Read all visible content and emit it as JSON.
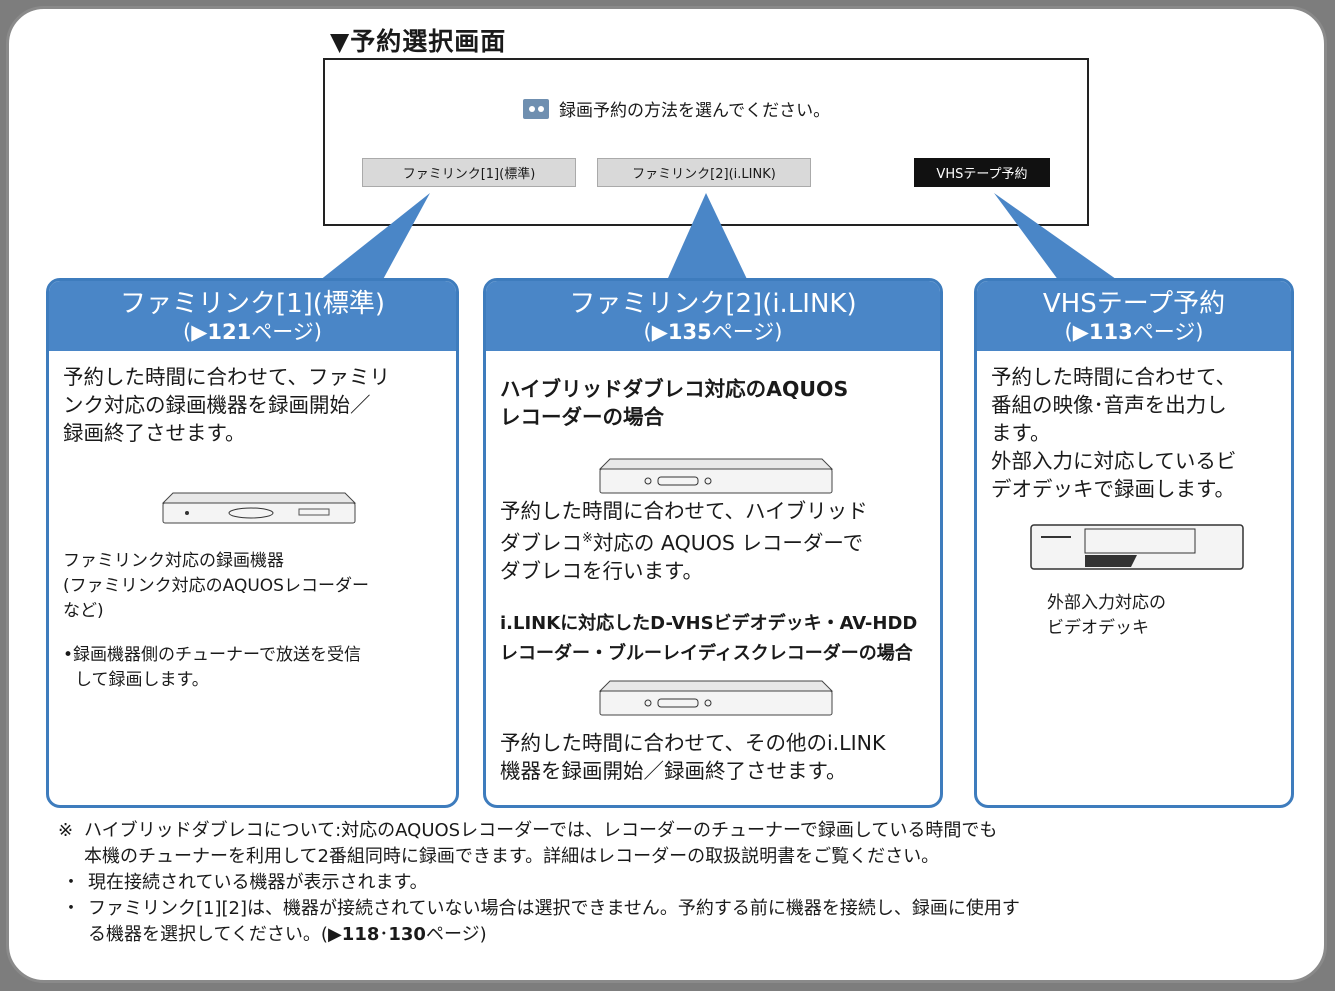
{
  "screen_title": "▼予約選択画面",
  "screen": {
    "prompt": "録画予約の方法を選んでください。",
    "options": [
      "ファミリンク[1](標準)",
      "ファミリンク[2](i.LINK)",
      "VHSテープ予約"
    ]
  },
  "cards": [
    {
      "title": "ファミリンク[1](標準)",
      "page_pre": "(▶",
      "page_num": "121",
      "page_post": "ページ)",
      "lines": [
        "予約した時間に合わせて、ファミリ",
        "ンク対応の録画機器を録画開始／",
        "録画終了させます。"
      ],
      "device_caption": [
        "ファミリンク対応の録画機器",
        "(ファミリンク対応のAQUOSレコーダー",
        "など)"
      ],
      "note": [
        "•録画機器側のチューナーで放送を受信",
        "して録画します。"
      ]
    },
    {
      "title": "ファミリンク[2](i.LINK)",
      "page_pre": "(▶",
      "page_num": "135",
      "page_post": "ページ)",
      "heading1": [
        "ハイブリッドダブレコ対応のAQUOS",
        "レコーダーの場合"
      ],
      "desc1": [
        "予約した時間に合わせて、ハイブリッド",
        "ダブレコ",
        "※",
        "対応の AQUOS レコーダーで",
        "ダブレコを行います。"
      ],
      "heading2": [
        "i.LINKに対応したD-VHSビデオデッキ・AV-HDD",
        "レコーダー・ブルーレイディスクレコーダーの場合"
      ],
      "desc2": [
        "予約した時間に合わせて、その他のi.LINK",
        "機器を録画開始／録画終了させます。"
      ]
    },
    {
      "title": "VHSテープ予約",
      "page_pre": "(▶",
      "page_num": "113",
      "page_post": "ページ)",
      "lines": [
        "予約した時間に合わせて、",
        "番組の映像･音声を出力し",
        "ます。",
        "外部入力に対応しているビ",
        "デオデッキで録画します。"
      ],
      "device_caption": [
        "外部入力対応の",
        "ビデオデッキ"
      ]
    }
  ],
  "footnotes": {
    "mark": "※",
    "hybrid": [
      "ハイブリッドダブレコについて:対応のAQUOSレコーダーでは、レコーダーのチューナーで録画している時間でも",
      "本機のチューナーを利用して2番組同時に録画できます。詳細はレコーダーの取扱説明書をご覧ください。"
    ],
    "bullet": "・",
    "note1": "現在接続されている機器が表示されます。",
    "note2": [
      "ファミリンク[1][2]は、機器が接続されていない場合は選択できません。予約する前に機器を接続し、録画に使用す",
      "る機器を選択してください。("
    ],
    "ref_arrow": "▶",
    "ref_a": "118",
    "ref_sep": "･",
    "ref_b": "130",
    "ref_end": "ページ)"
  }
}
